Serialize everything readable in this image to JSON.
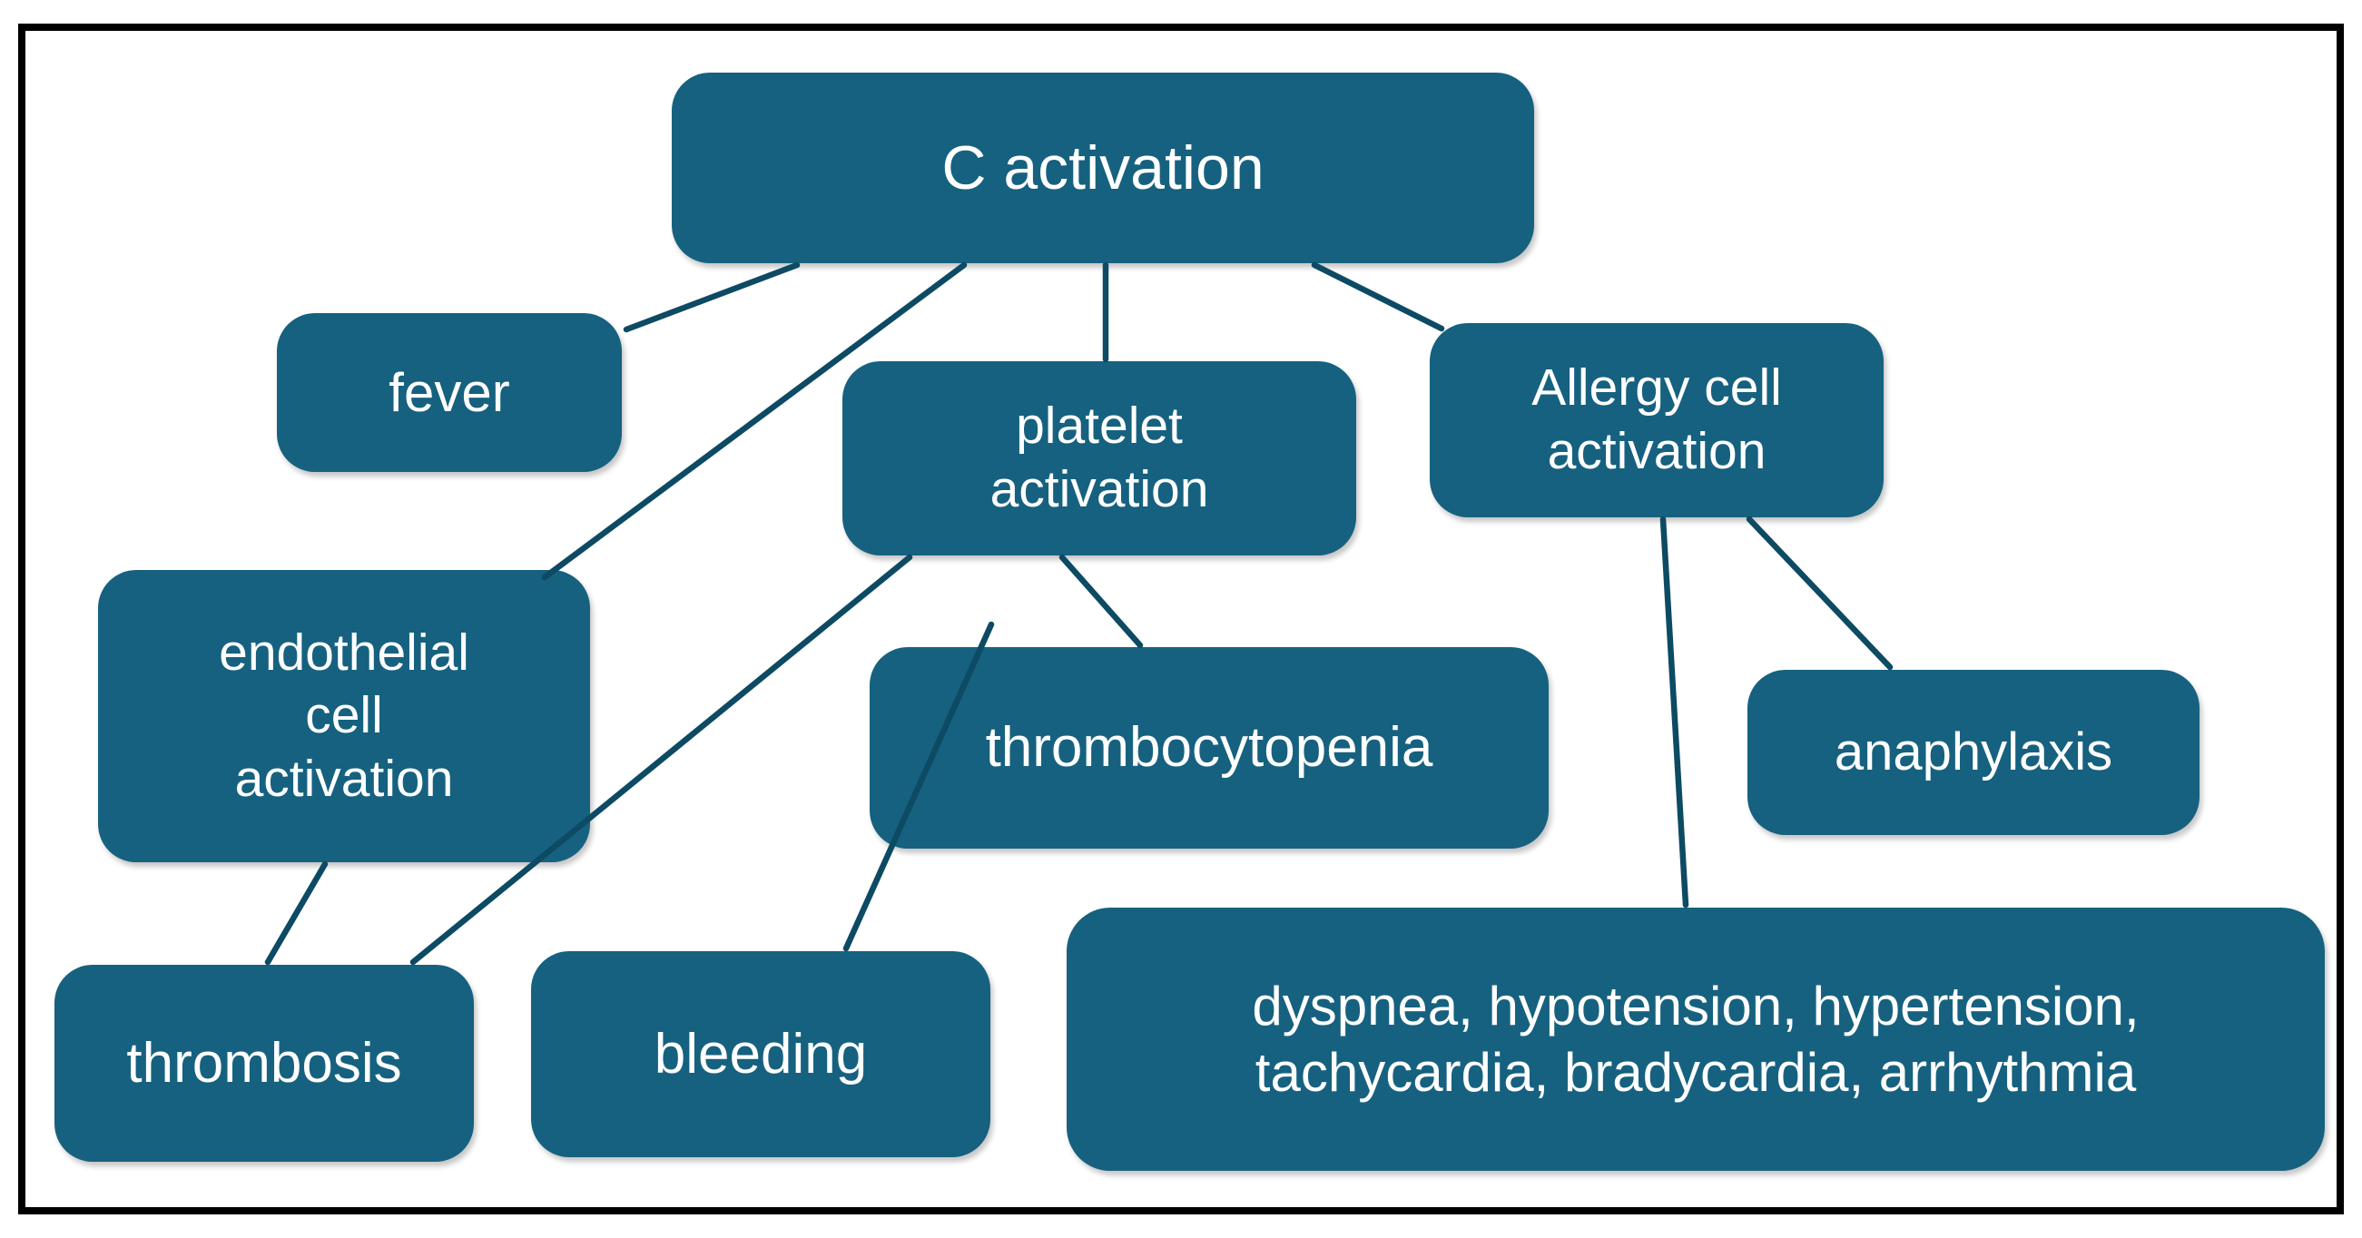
{
  "diagram": {
    "description": "Concept map of complement (C) activation consequences",
    "colors": {
      "node_fill": "#16617F",
      "connector": "#0D4A63",
      "node_text": "#FFFFFF",
      "frame_border": "#000000",
      "background": "#FFFFFF"
    },
    "nodes": {
      "c_activation": {
        "label": "C activation",
        "lines": [
          "C activation"
        ]
      },
      "fever": {
        "label": "fever",
        "lines": [
          "fever"
        ]
      },
      "platelet": {
        "label": "platelet activation",
        "lines": [
          "platelet",
          "activation"
        ]
      },
      "allergy": {
        "label": "Allergy cell activation",
        "lines": [
          "Allergy cell",
          "activation"
        ]
      },
      "endothelial": {
        "label": "endothelial cell activation",
        "lines": [
          "endothelial",
          "cell",
          "activation"
        ]
      },
      "thrombocytopenia": {
        "label": "thrombocytopenia",
        "lines": [
          "thrombocytopenia"
        ]
      },
      "anaphylaxis": {
        "label": "anaphylaxis",
        "lines": [
          "anaphylaxis"
        ]
      },
      "thrombosis": {
        "label": "thrombosis",
        "lines": [
          "thrombosis"
        ]
      },
      "bleeding": {
        "label": "bleeding",
        "lines": [
          "bleeding"
        ]
      },
      "symptoms": {
        "label": "dyspnea, hypotension, hypertension, tachycardia, bradycardia, arrhythmia",
        "lines": [
          "dyspnea, hypotension, hypertension,",
          "tachycardia, bradycardia, arrhythmia"
        ]
      }
    },
    "edges": [
      {
        "from": "c_activation",
        "to": "fever"
      },
      {
        "from": "c_activation",
        "to": "endothelial"
      },
      {
        "from": "c_activation",
        "to": "platelet"
      },
      {
        "from": "c_activation",
        "to": "allergy"
      },
      {
        "from": "platelet",
        "to": "thrombosis"
      },
      {
        "from": "platelet",
        "to": "thrombocytopenia"
      },
      {
        "from": "thrombocytopenia",
        "to": "bleeding"
      },
      {
        "from": "endothelial",
        "to": "thrombosis"
      },
      {
        "from": "allergy",
        "to": "symptoms"
      },
      {
        "from": "allergy",
        "to": "anaphylaxis"
      }
    ]
  }
}
